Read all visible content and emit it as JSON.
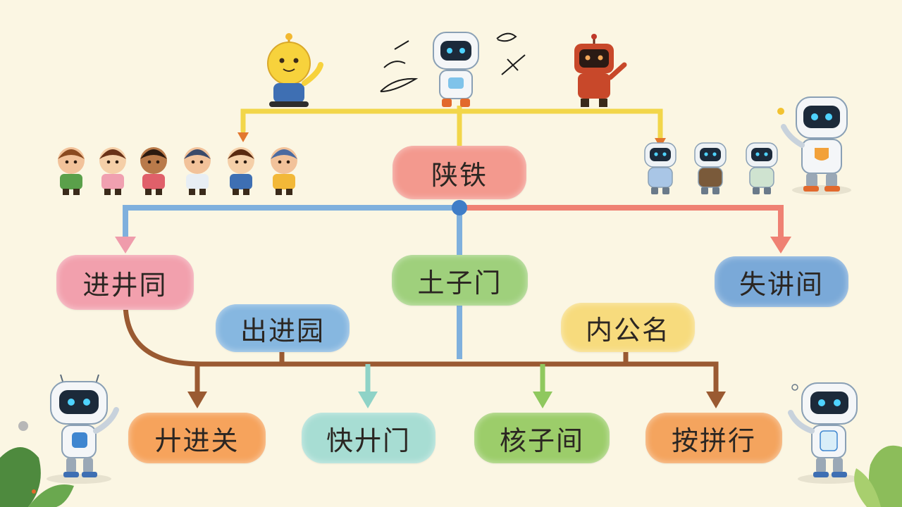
{
  "diagram": {
    "root": {
      "label": "陕铁",
      "color": "#f3998e"
    },
    "level2": [
      {
        "label": "进井同",
        "color": "#f2a0ad"
      },
      {
        "label": "土子门",
        "color": "#9fd07c"
      },
      {
        "label": "失讲间",
        "color": "#7aa9d8"
      }
    ],
    "mid": [
      {
        "label": "出进园",
        "color": "#86b7e0"
      },
      {
        "label": "内公名",
        "color": "#f7db7d"
      }
    ],
    "leaves": [
      {
        "label": "廾进关",
        "color": "#f6a35c"
      },
      {
        "label": "快廾门",
        "color": "#a7ddd3"
      },
      {
        "label": "核子间",
        "color": "#9ccd6a"
      },
      {
        "label": "按拼行",
        "color": "#f4a45e"
      }
    ]
  },
  "colors": {
    "yellow_connector": "#f2d64a",
    "blue_connector": "#7fb0dd",
    "red_connector": "#ef8173",
    "brown_connector": "#9a5a32",
    "teal_arrow": "#8fd3c7",
    "green_arrow": "#8fc85e",
    "background": "#fbf6e3"
  },
  "illustrations": {
    "top": [
      "yellow-robot",
      "white-robot",
      "red-robot"
    ],
    "left_group": [
      "child-1",
      "child-2",
      "child-3",
      "child-4",
      "child-5",
      "child-6"
    ],
    "right_group": [
      "small-robot-1",
      "small-robot-2",
      "small-robot-3",
      "big-white-robot"
    ],
    "corners": [
      "robot-bottom-left",
      "robot-bottom-right",
      "leaf-bottom-left",
      "leaf-bottom-right"
    ]
  }
}
